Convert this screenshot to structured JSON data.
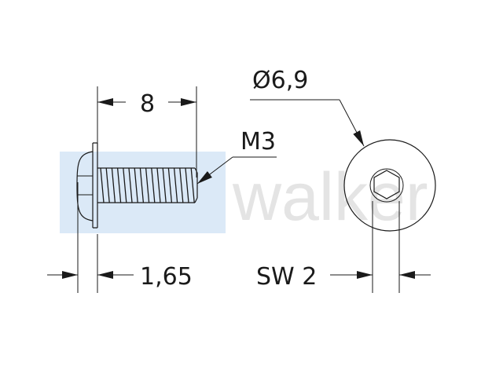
{
  "dimensions": {
    "length": "8",
    "thread": "M3",
    "head_diameter": "Ø6,9",
    "head_height": "1,65",
    "socket_size": "SW 2"
  },
  "watermark": {
    "text": "walker",
    "box_color": "#dbe9f7",
    "text_color": "#e4e4e4"
  },
  "colors": {
    "line": "#1a1a1a",
    "background": "#ffffff"
  }
}
